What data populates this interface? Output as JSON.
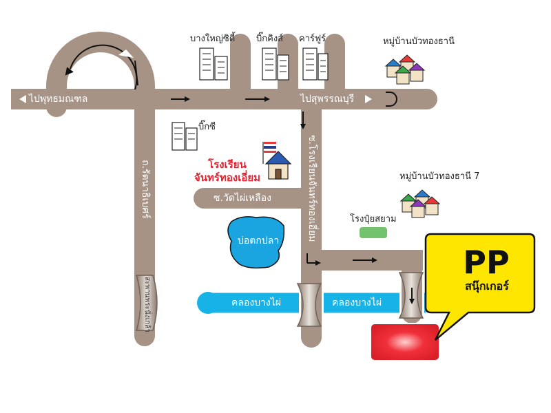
{
  "colors": {
    "road": "#a69385",
    "road_edge": "#ffffff",
    "canal": "#18b3e6",
    "pond": "#1aa5e0",
    "callout": "#ffe600",
    "destination": "#e8202a",
    "school_text": "#e5202e",
    "factory": "#72c26e"
  },
  "roads": {
    "left_dest": "ไปพุทธมณฑล",
    "right_dest": "ไปสุพรรณบุรี",
    "left_vertical": "ถ.รัตนาธิเบศร์",
    "soi_school": "ซ.โรงเรียนจันทร์ทองเอี่ยม",
    "soi_wat": "ซ.วัดไผ่เหลือง"
  },
  "landmarks": {
    "bang_yai_city": "บางใหญ่ซิตี้",
    "big_king": "บิ๊กคิงส์",
    "carrefour": "คาร์ฟูร์",
    "village1": "หมู่บ้านบัวทองธานี",
    "big_c": "บิ๊กซี",
    "school_line1": "โรงเรียน",
    "school_line2": "จันทร์ทองเอี่ยม",
    "village7": "หมู่บ้านบัวทองธานี 7",
    "fertilizer": "โรงปุ๋ยสยาม",
    "pond": "บ่อตกปลา",
    "canal_left": "คลองบางไผ่",
    "canal_right": "คลองบางไผ่",
    "bridge": "สะพานพระนั่งเกล้า"
  },
  "callout": {
    "title": "PP",
    "subtitle": "สนุ๊กเกอร์"
  },
  "icons": [
    "building-icon",
    "house-icon",
    "thai-flag-icon",
    "direction-arrow-icon",
    "u-turn-icon"
  ]
}
